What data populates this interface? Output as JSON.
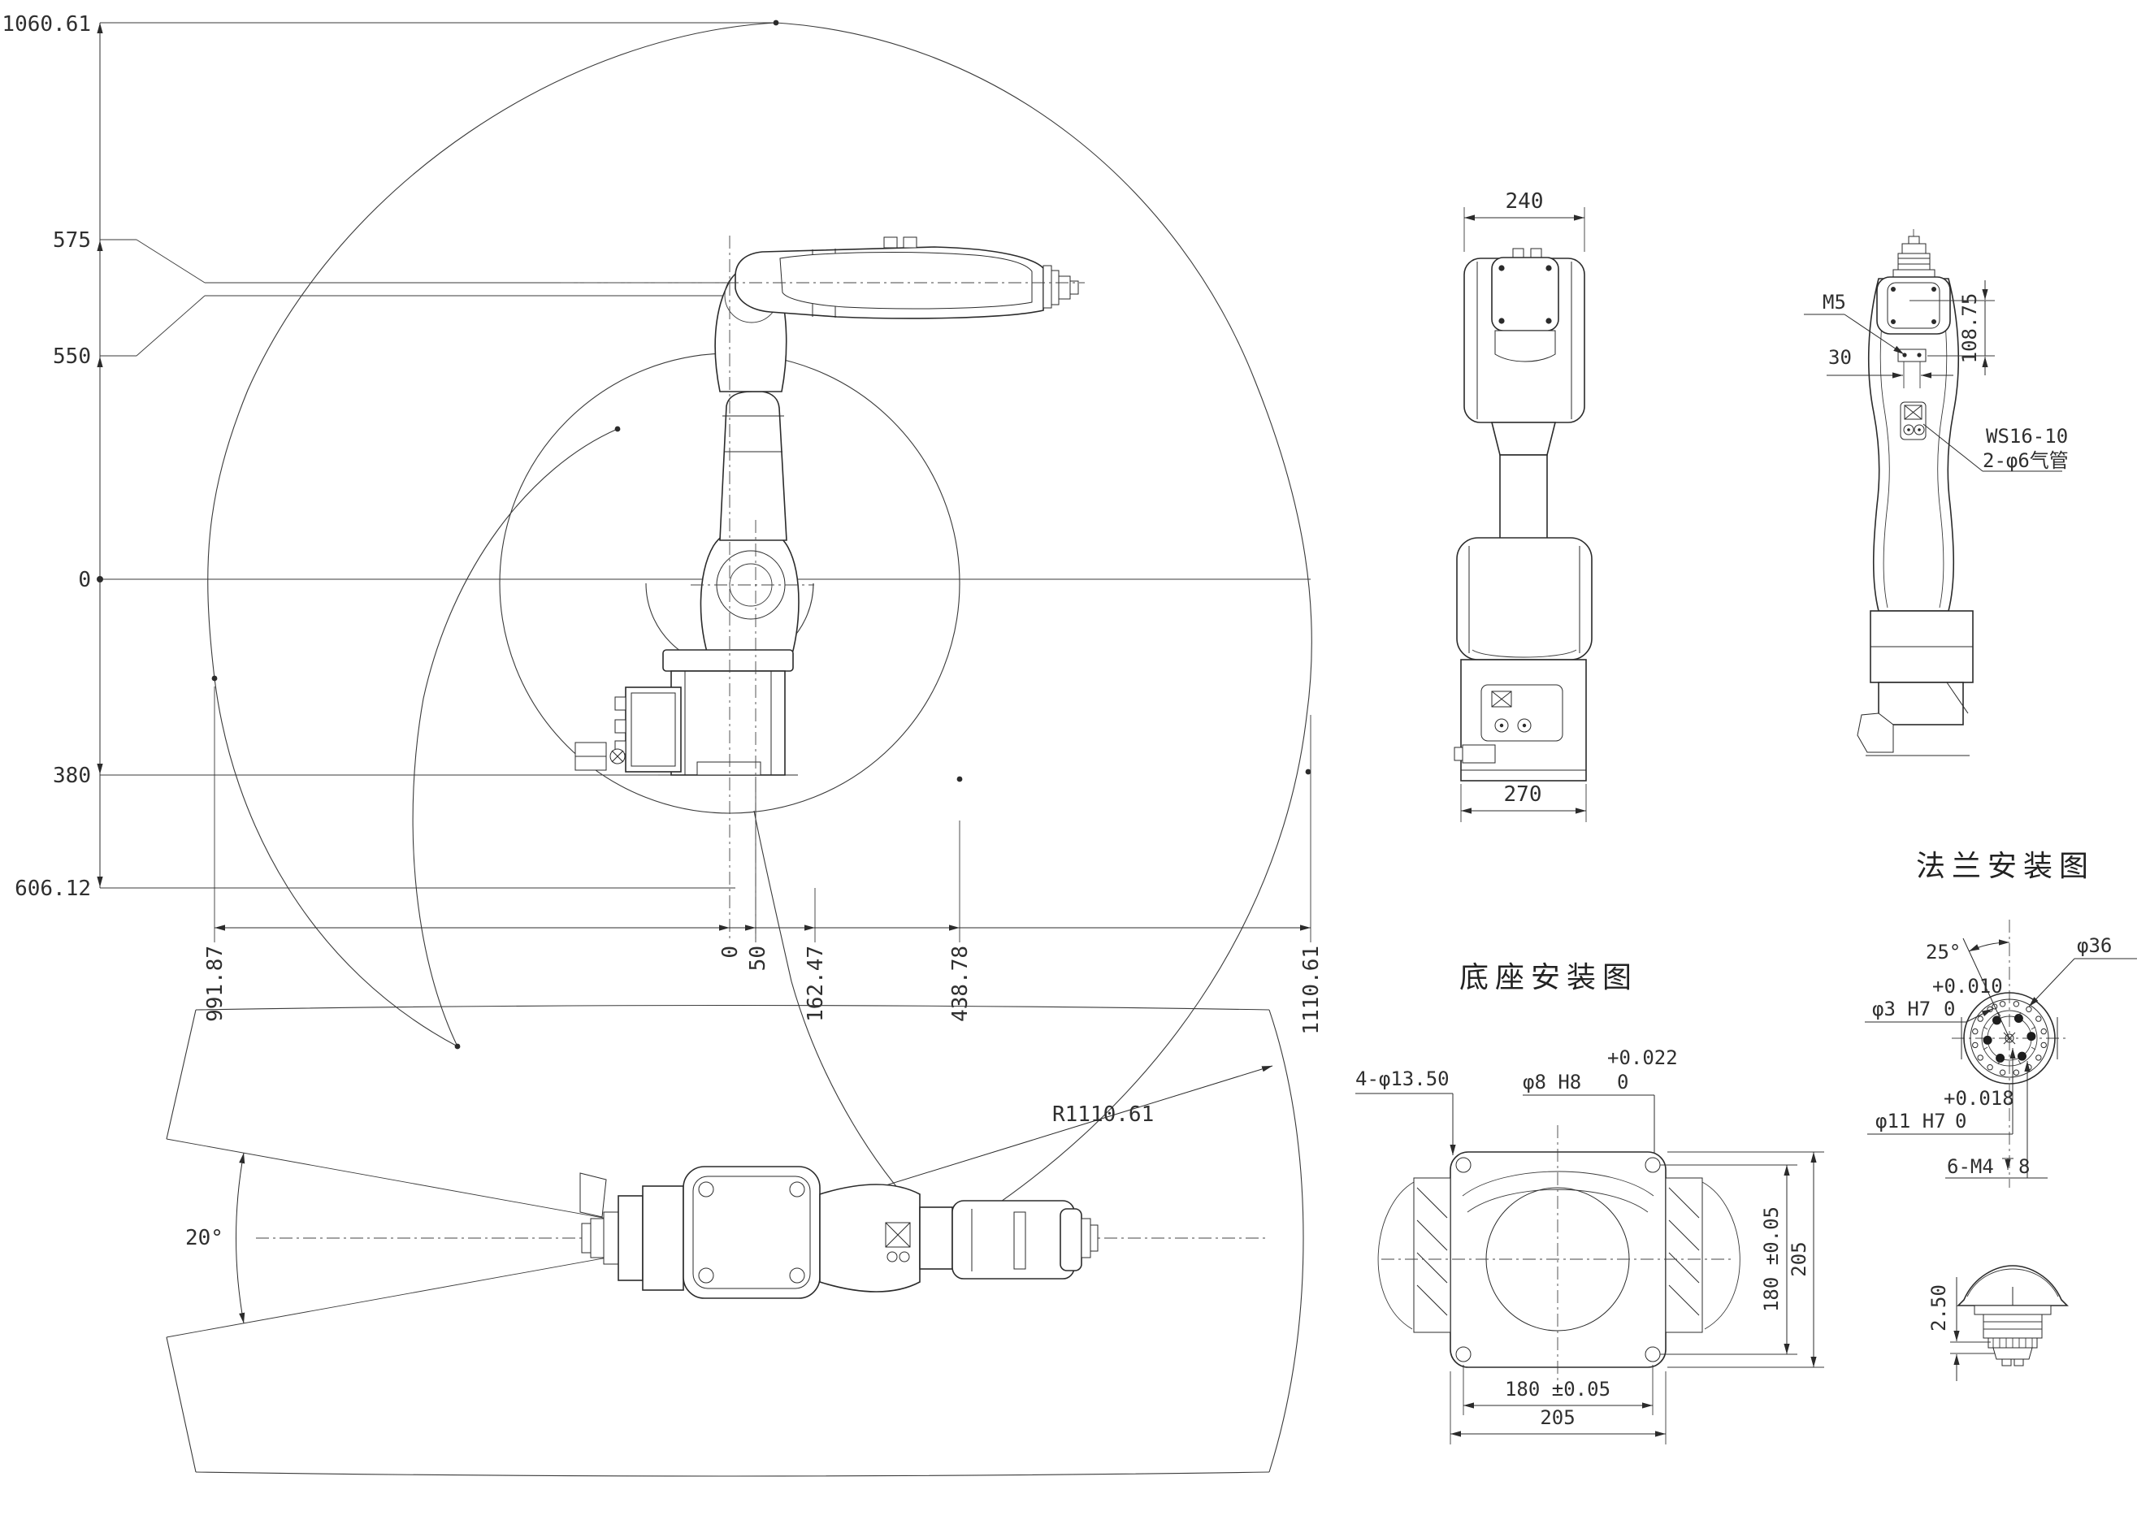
{
  "side_envelope_view": {
    "v_dims": [
      "1060.61",
      "575",
      "550",
      "0",
      "380",
      "606.12"
    ],
    "h_dims": [
      "991.87",
      "0",
      "50",
      "162.47",
      "438.78",
      "1110.61"
    ]
  },
  "front_view": {
    "dim_top": "240",
    "dim_bottom": "270"
  },
  "wrist_side_view": {
    "thread": "M5",
    "dim_offset": "30",
    "dim_height": "108.75",
    "connector": "WS16-10",
    "air_tube": "2-φ6气管"
  },
  "top_view": {
    "dead_angle": "20°",
    "radius": "R1110.61"
  },
  "base_mount": {
    "title": "底座安装图",
    "corner_holes": "4-φ13.50",
    "pin_hole": "φ8 H8",
    "pin_tol_up": "+0.022",
    "pin_tol_dn": "0",
    "dim_w_inner": "180 ±0.05",
    "dim_w_outer": "205",
    "dim_h_inner": "180 ±0.05",
    "dim_h_outer": "205"
  },
  "flange_mount": {
    "title": "法兰安装图",
    "angle": "25°",
    "bolt_circle": "φ36",
    "pin_hole": "φ3 H7",
    "pin_tol_up": "+0.010",
    "pin_tol_dn": "0",
    "bore": "φ11 H7",
    "bore_tol_up": "+0.018",
    "bore_tol_dn": "0",
    "tap": "6-M4",
    "tap_depth": "8",
    "thickness": "2.50"
  }
}
